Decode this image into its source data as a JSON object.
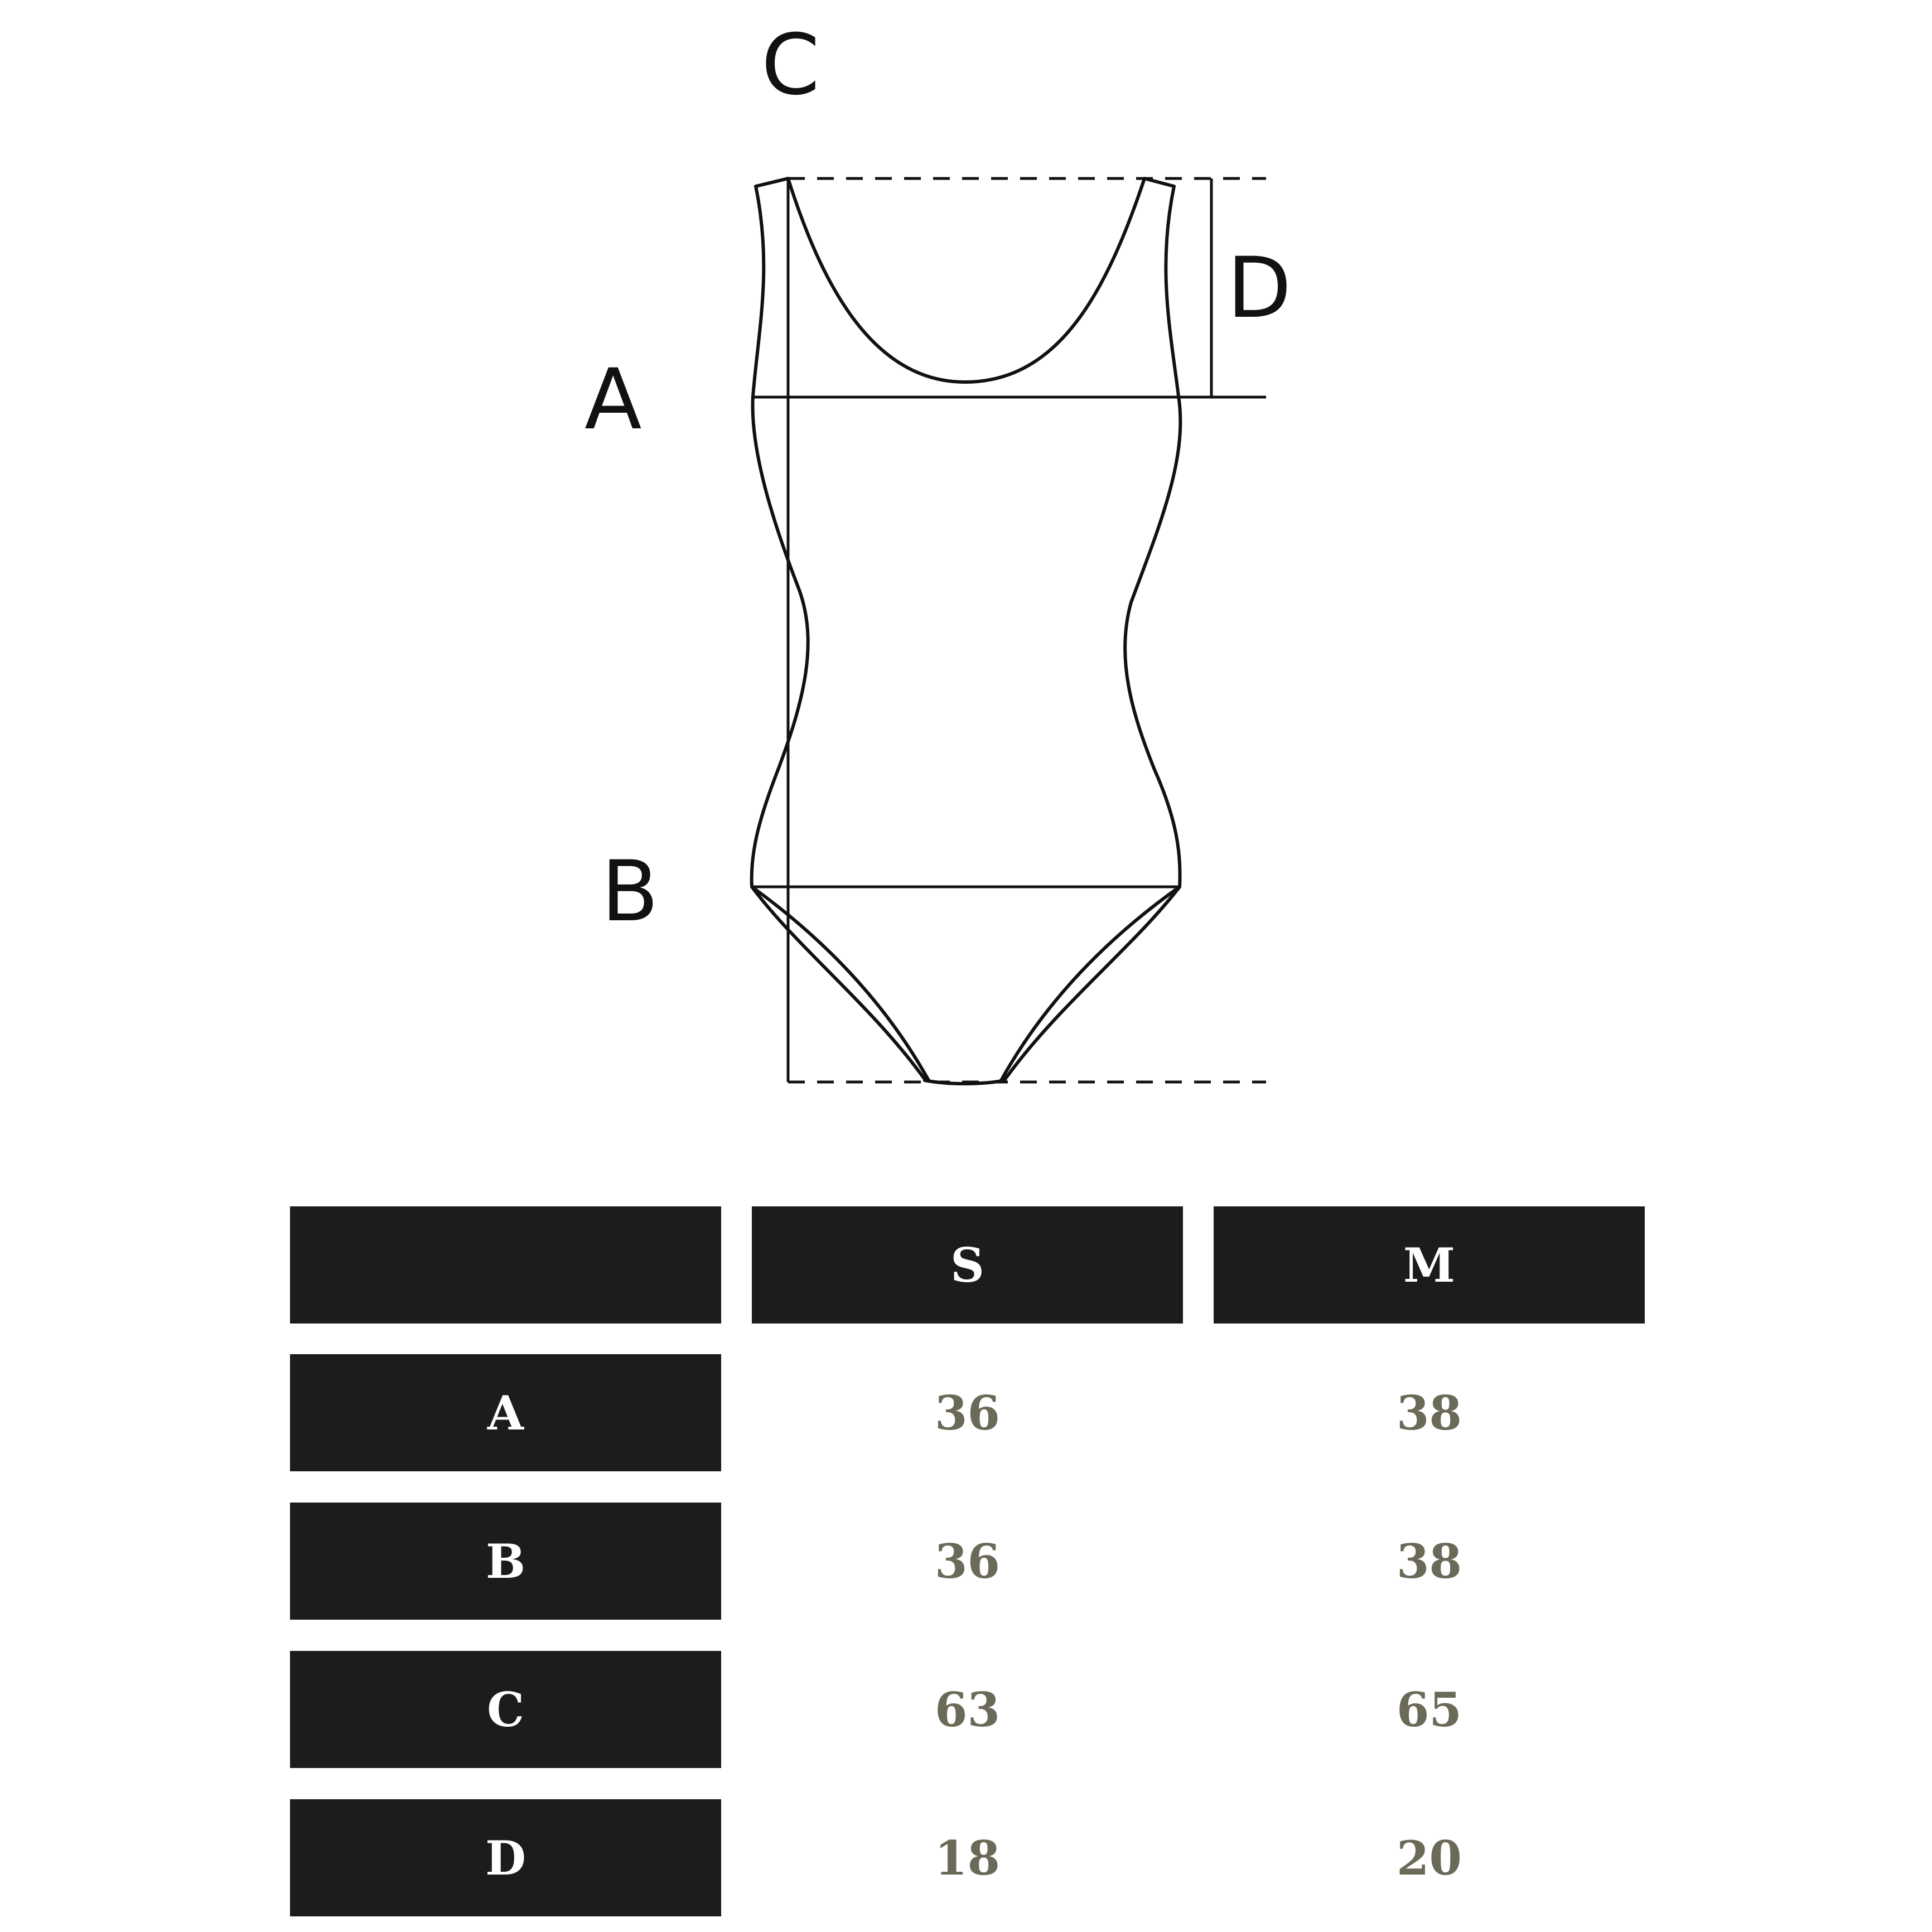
{
  "diagram": {
    "labels": {
      "a": "A",
      "b": "B",
      "c": "C",
      "d": "D"
    }
  },
  "colors": {
    "header_bg": "#1c1c1c",
    "header_text": "#ffffff",
    "value_text": "#6b6a58",
    "line": "#111111"
  },
  "size_table": {
    "header": [
      "",
      "S",
      "M"
    ],
    "rows": [
      {
        "label": "A",
        "values": [
          "36",
          "38"
        ]
      },
      {
        "label": "B",
        "values": [
          "36",
          "38"
        ]
      },
      {
        "label": "C",
        "values": [
          "63",
          "65"
        ]
      },
      {
        "label": "D",
        "values": [
          "18",
          "20"
        ]
      }
    ]
  }
}
